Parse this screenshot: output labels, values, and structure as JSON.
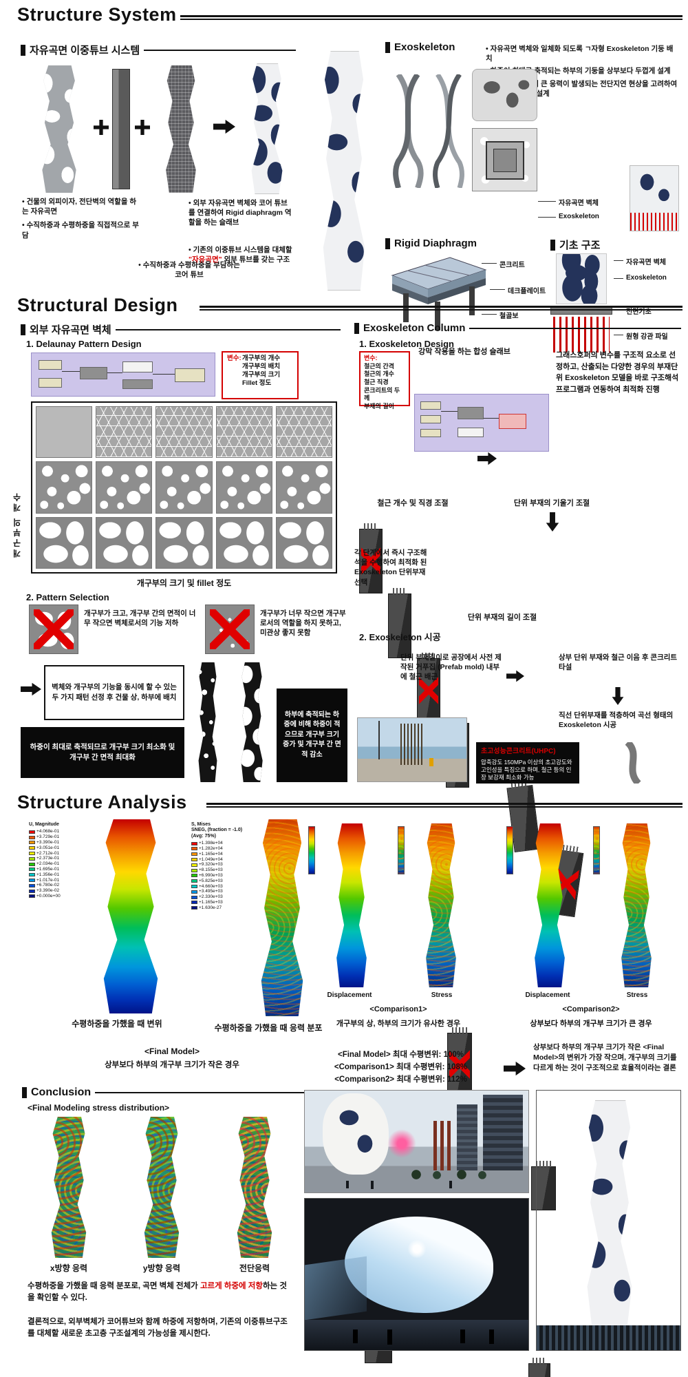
{
  "colors": {
    "accent_red": "#d40000",
    "navy_opening": "#24335a",
    "grasshopper_lavender": "#cdc5ea"
  },
  "page": {
    "title1": "Structure System",
    "title2": "Structural Design",
    "title3": "Structure Analysis"
  },
  "sys": {
    "ff": {
      "title": "자유곡면 이중튜브 시스템",
      "b1": "• 건물의 외피이자, 전단벽의 역할을 하는 자유곡면",
      "b2": "• 수직하중과 수평하중을 직접적으로 부담",
      "b3": "• 수직하중과 수평하중을 부담하는 코어 튜브",
      "b4": "• 외부 자유곡면 벽체와 코어 튜브를 연결하여 Rigid diaphragm 역할을 하는 슬래브",
      "b5pre": "• 기존의 이중튜브 시스템을 대체할 ",
      "b5red": "\"자유곡면\"",
      "b5post": " 외부 튜브를 갖는 구조"
    },
    "exo": {
      "title": "Exoskeleton",
      "b1": "• 자유곡면 벽체와 일체화 되도록 ㄱ자형 Exoskeleton 기둥 배치",
      "b2": "• 하중이 최대로 축적되는 하부의 기둥을 상부보다 두껍게 설계",
      "b3": "• 모서리 부분에서 큰 응력이 발생되는 전단지연 현상을 고려하여 벽체보다 두껍게 설계",
      "lwall": "자유곡면 벽체",
      "lexo": "Exoskeleton"
    },
    "dia": {
      "title": "Rigid Diaphragm",
      "lcon": "콘크리트",
      "ldeck": "데크플레이트",
      "lbeam": "철골보",
      "cap": "강막 작용을 하는 합성 슬래브"
    },
    "fnd": {
      "title": "기초 구조",
      "lwall": "자유곡면 벽체",
      "lexo": "Exoskeleton",
      "lmat": "전면기초",
      "lpile": "원형 강관 파일"
    }
  },
  "dsg": {
    "wall": {
      "title": "외부 자유곡면 벽체",
      "s1": "1. Delaunay Pattern Design",
      "var": "변수:",
      "varitems": "개구부의 개수\n개구부의 배치\n개구부의 크기\nFillet 정도",
      "yaxis": "개구부의 개수",
      "xaxis": "개구부의 크기 및 fillet 정도",
      "s2": "2. Pattern Selection",
      "sel1": "개구부가 크고, 개구부 간의 면적이 너무 작으면 벽체로서의 기능 저하",
      "sel2": "개구부가 너무 작으면 개구부로서의 역할을 하지 못하고, 미관상 좋지 못함",
      "mid": "벽체와 개구부의 기능을 동시에 할 수 있는 두 가지 패턴 선정 후 건물 상, 하부에 배치",
      "low": "하중이 최대로 축적되므로 개구부 크기 최소화 및 개구부 간 면적 최대화",
      "up": "하부에 축적되는 하중에 비해 하중이 적으므로 개구부 크기 증가 및 개구부 간 면적 감소"
    },
    "col": {
      "title": "Exoskeleton Column",
      "s1": "1. Exoskeleton Design",
      "var": "변수:",
      "varitems": "철근의 간격\n철근의 개수\n철근 직경\n콘크리트의 두께\n부재의 길이",
      "ghtext": "그래스호퍼의 변수를 구조적 요소로 선정하고, 산출되는 다양한 경우의 부재단위 Exoskeleton 모델을 바로 구조해석 프로그램과 연동하여 최적화 진행",
      "cap1": "철근 개수 및 직경 조절",
      "cap2": "단위 부재의 기울기 조절",
      "step": "각 단계에서 즉시 구조해석을 수행하여 최적화 된 Exoskeleton 단위부재 선택",
      "cap3": "단위 부재의 길이 조절",
      "s2": "2. Exoskeleton 시공",
      "fab": "단위 부재길이로 공장에서 사전 제작된 거푸집 (Prefab mold) 내부에 철근 배근",
      "joint": "상부 단위 부재와 철근 이음 후 콘크리트 타설",
      "stack": "직선 단위부재를 적층하여 곡선 형태의 Exoskeleton 시공",
      "uhpct": "초고성능콘크리트(UHPC)",
      "uhpcb": "압축강도 150MPa 이상의 초고강도와 고인성을 특징으로 하며, 철근 등의 인장 보강재 최소화 가능"
    }
  },
  "ana": {
    "lut": "U, Magnitude",
    "lst": "S, Mises\nSNEG, (fraction = -1.0)\n(Avg: 75%)",
    "lu": [
      "+4.068e-01",
      "+3.729e-01",
      "+3.390e-01",
      "+3.051e-01",
      "+2.712e-01",
      "+2.373e-01",
      "+2.034e-01",
      "+1.695e-01",
      "+1.356e-01",
      "+1.017e-01",
      "+6.780e-02",
      "+3.390e-02",
      "+0.000e+00"
    ],
    "ls": [
      "+1.398e+04",
      "+1.282e+04",
      "+1.165e+04",
      "+1.049e+04",
      "+9.320e+03",
      "+8.155e+03",
      "+6.990e+03",
      "+5.825e+03",
      "+4.660e+03",
      "+3.495e+03",
      "+2.330e+03",
      "+1.165e+03",
      "+1.630e-27"
    ],
    "capd": "수평하중을 가했을 때 변위",
    "caps": "수평하중을 가했을 때 응력 분포",
    "fm": "<Final Model>",
    "fmd": "상부보다 하부의 개구부 크기가 작은 경우",
    "dl": "Displacement",
    "sl": "Stress",
    "c1": "<Comparison1>",
    "c1d": "개구부의 상, 하부의 크기가 유사한 경우",
    "c2": "<Comparison2>",
    "c2d": "상부보다 하부의 개구부 크기가 큰 경우",
    "r1": "<Final Model> 최대 수평변위: 100%",
    "r2": "<Comparison1> 최대 수평변위: 108%",
    "r3": "<Comparison2> 최대 수평변위: 112%",
    "concl": "상부보다 하부의 개구부 크기가 작은 <Final Model>의 변위가 가장 작으며, 개구부의 크기를 다르게 하는 것이 구조적으로 효율적이라는 결론"
  },
  "con": {
    "title": "Conclusion",
    "sub": "<Final Modeling stress distribution>",
    "cx": "x방향 응력",
    "cy": "y방향 응력",
    "cs": "전단응력",
    "t1a": "수평하중을 가했을 때 응력 분포로, 곡면 벽체 전체가 ",
    "t1r": "고르게 하중에 저항",
    "t1b": "하는 것을 확인할 수 있다.",
    "t2": "결론적으로, 외부벽체가 코어튜브와 함께 하중에 저항하며, 기존의 이중튜브구조를 대체할 새로운 초고층 구조설계의 가능성을 제시한다."
  }
}
